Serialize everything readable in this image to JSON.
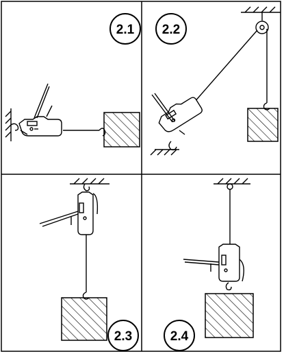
{
  "panels": [
    {
      "label": "2.1"
    },
    {
      "label": "2.2"
    },
    {
      "label": "2.3"
    },
    {
      "label": "2.4"
    }
  ],
  "colors": {
    "stroke": "#000000",
    "background": "#ffffff"
  }
}
